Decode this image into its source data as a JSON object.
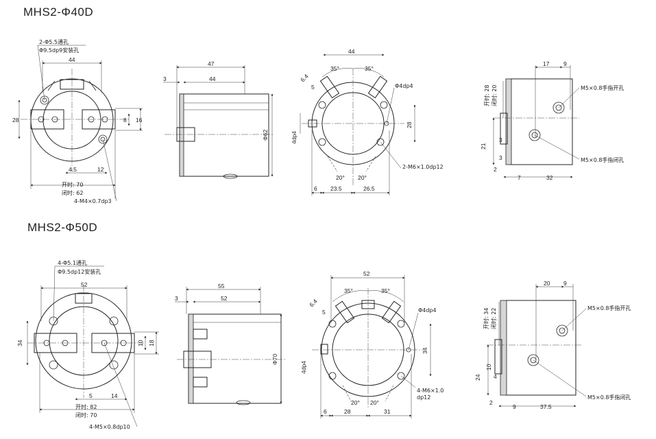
{
  "sections": [
    {
      "title": "MHS2-Φ40D",
      "front": {
        "mount_holes_1": "2-Φ5.5通孔",
        "mount_holes_2": "Φ9.5dp9安装孔",
        "width": "44",
        "height_left": "28",
        "finger_w": "8",
        "finger_h": "16",
        "off_1": "4.5",
        "off_2": "12",
        "open": "开时: 70",
        "close": "闭时: 62",
        "thread": "4-M4×0.7dp3"
      },
      "side": {
        "total": "47",
        "body": "44",
        "flange": "3",
        "dia": "Φ62"
      },
      "rear": {
        "width": "44",
        "ang1": "35°",
        "ang2": "35°",
        "d1": "6.4",
        "d2": "5",
        "pin": "Φ4dp4",
        "dp": "4dp4",
        "h": "28",
        "a1": "20°",
        "a2": "20°",
        "thread": "2-M6×1.0dp12",
        "b1": "6",
        "b2": "23.5",
        "b3": "26.5"
      },
      "port": {
        "w1": "17",
        "w2": "9",
        "open": "开时: 28",
        "close": "闭时: 20",
        "port_open": "M5×0.8手指开孔",
        "port_close": "M5×0.8手指闭孔",
        "h1": "21",
        "h2": "3",
        "h3": "3",
        "b1": "2",
        "b2": "7",
        "b3": "32"
      }
    },
    {
      "title": "MHS2-Φ50D",
      "front": {
        "mount_holes_1": "4-Φ5.1通孔",
        "mount_holes_2": "Φ9.5dp12安装孔",
        "width": "52",
        "height_left": "34",
        "finger_w": "10",
        "finger_h": "18",
        "off_1": "5",
        "off_2": "14",
        "open": "开时: 82",
        "close": "闭时: 70",
        "thread": "4-M5×0.8dp10"
      },
      "side": {
        "total": "55",
        "body": "52",
        "flange": "3",
        "dia": "Φ70"
      },
      "rear": {
        "width": "52",
        "ang1": "35°",
        "ang2": "35°",
        "d1": "6.4",
        "d2": "5",
        "pin": "Φ4dp4",
        "dp": "4dp4",
        "h": "34",
        "a1": "20°",
        "a2": "20°",
        "thread": "4-M6×1.0",
        "thread2": "dp12",
        "b1": "6",
        "b2": "28",
        "b3": "31"
      },
      "port": {
        "w1": "20",
        "w2": "9",
        "open": "开时: 34",
        "close": "闭时: 22",
        "port_open": "M5×0.8手指开孔",
        "port_close": "M5×0.8手指闭孔",
        "h1": "24",
        "h2": "4",
        "h3": "10",
        "b1": "2",
        "b2": "9",
        "b3": "37.5"
      }
    }
  ]
}
